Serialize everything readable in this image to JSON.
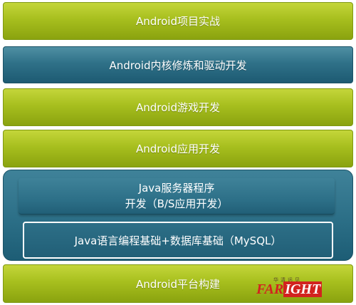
{
  "diagram": {
    "layers": [
      {
        "label": "Android项目实战"
      },
      {
        "label": "Android内核修炼和驱动开发"
      },
      {
        "label": "Android游戏开发"
      },
      {
        "label": "Android应用开发"
      },
      {
        "label": "Android平台构建"
      }
    ],
    "java_group": {
      "server_line1": "Java服务器程序",
      "server_line2": "开发（B/S应用开发）",
      "foundation": "Java语言编程基础+数据库基础（MySQL）"
    },
    "colors": {
      "green": "#a7bf1e",
      "teal": "#2a6d85",
      "logo_red": "#d2231f"
    }
  },
  "logo": {
    "cn_text": "华清远见",
    "text_far": "FAR",
    "text_ight": "IGHT"
  }
}
